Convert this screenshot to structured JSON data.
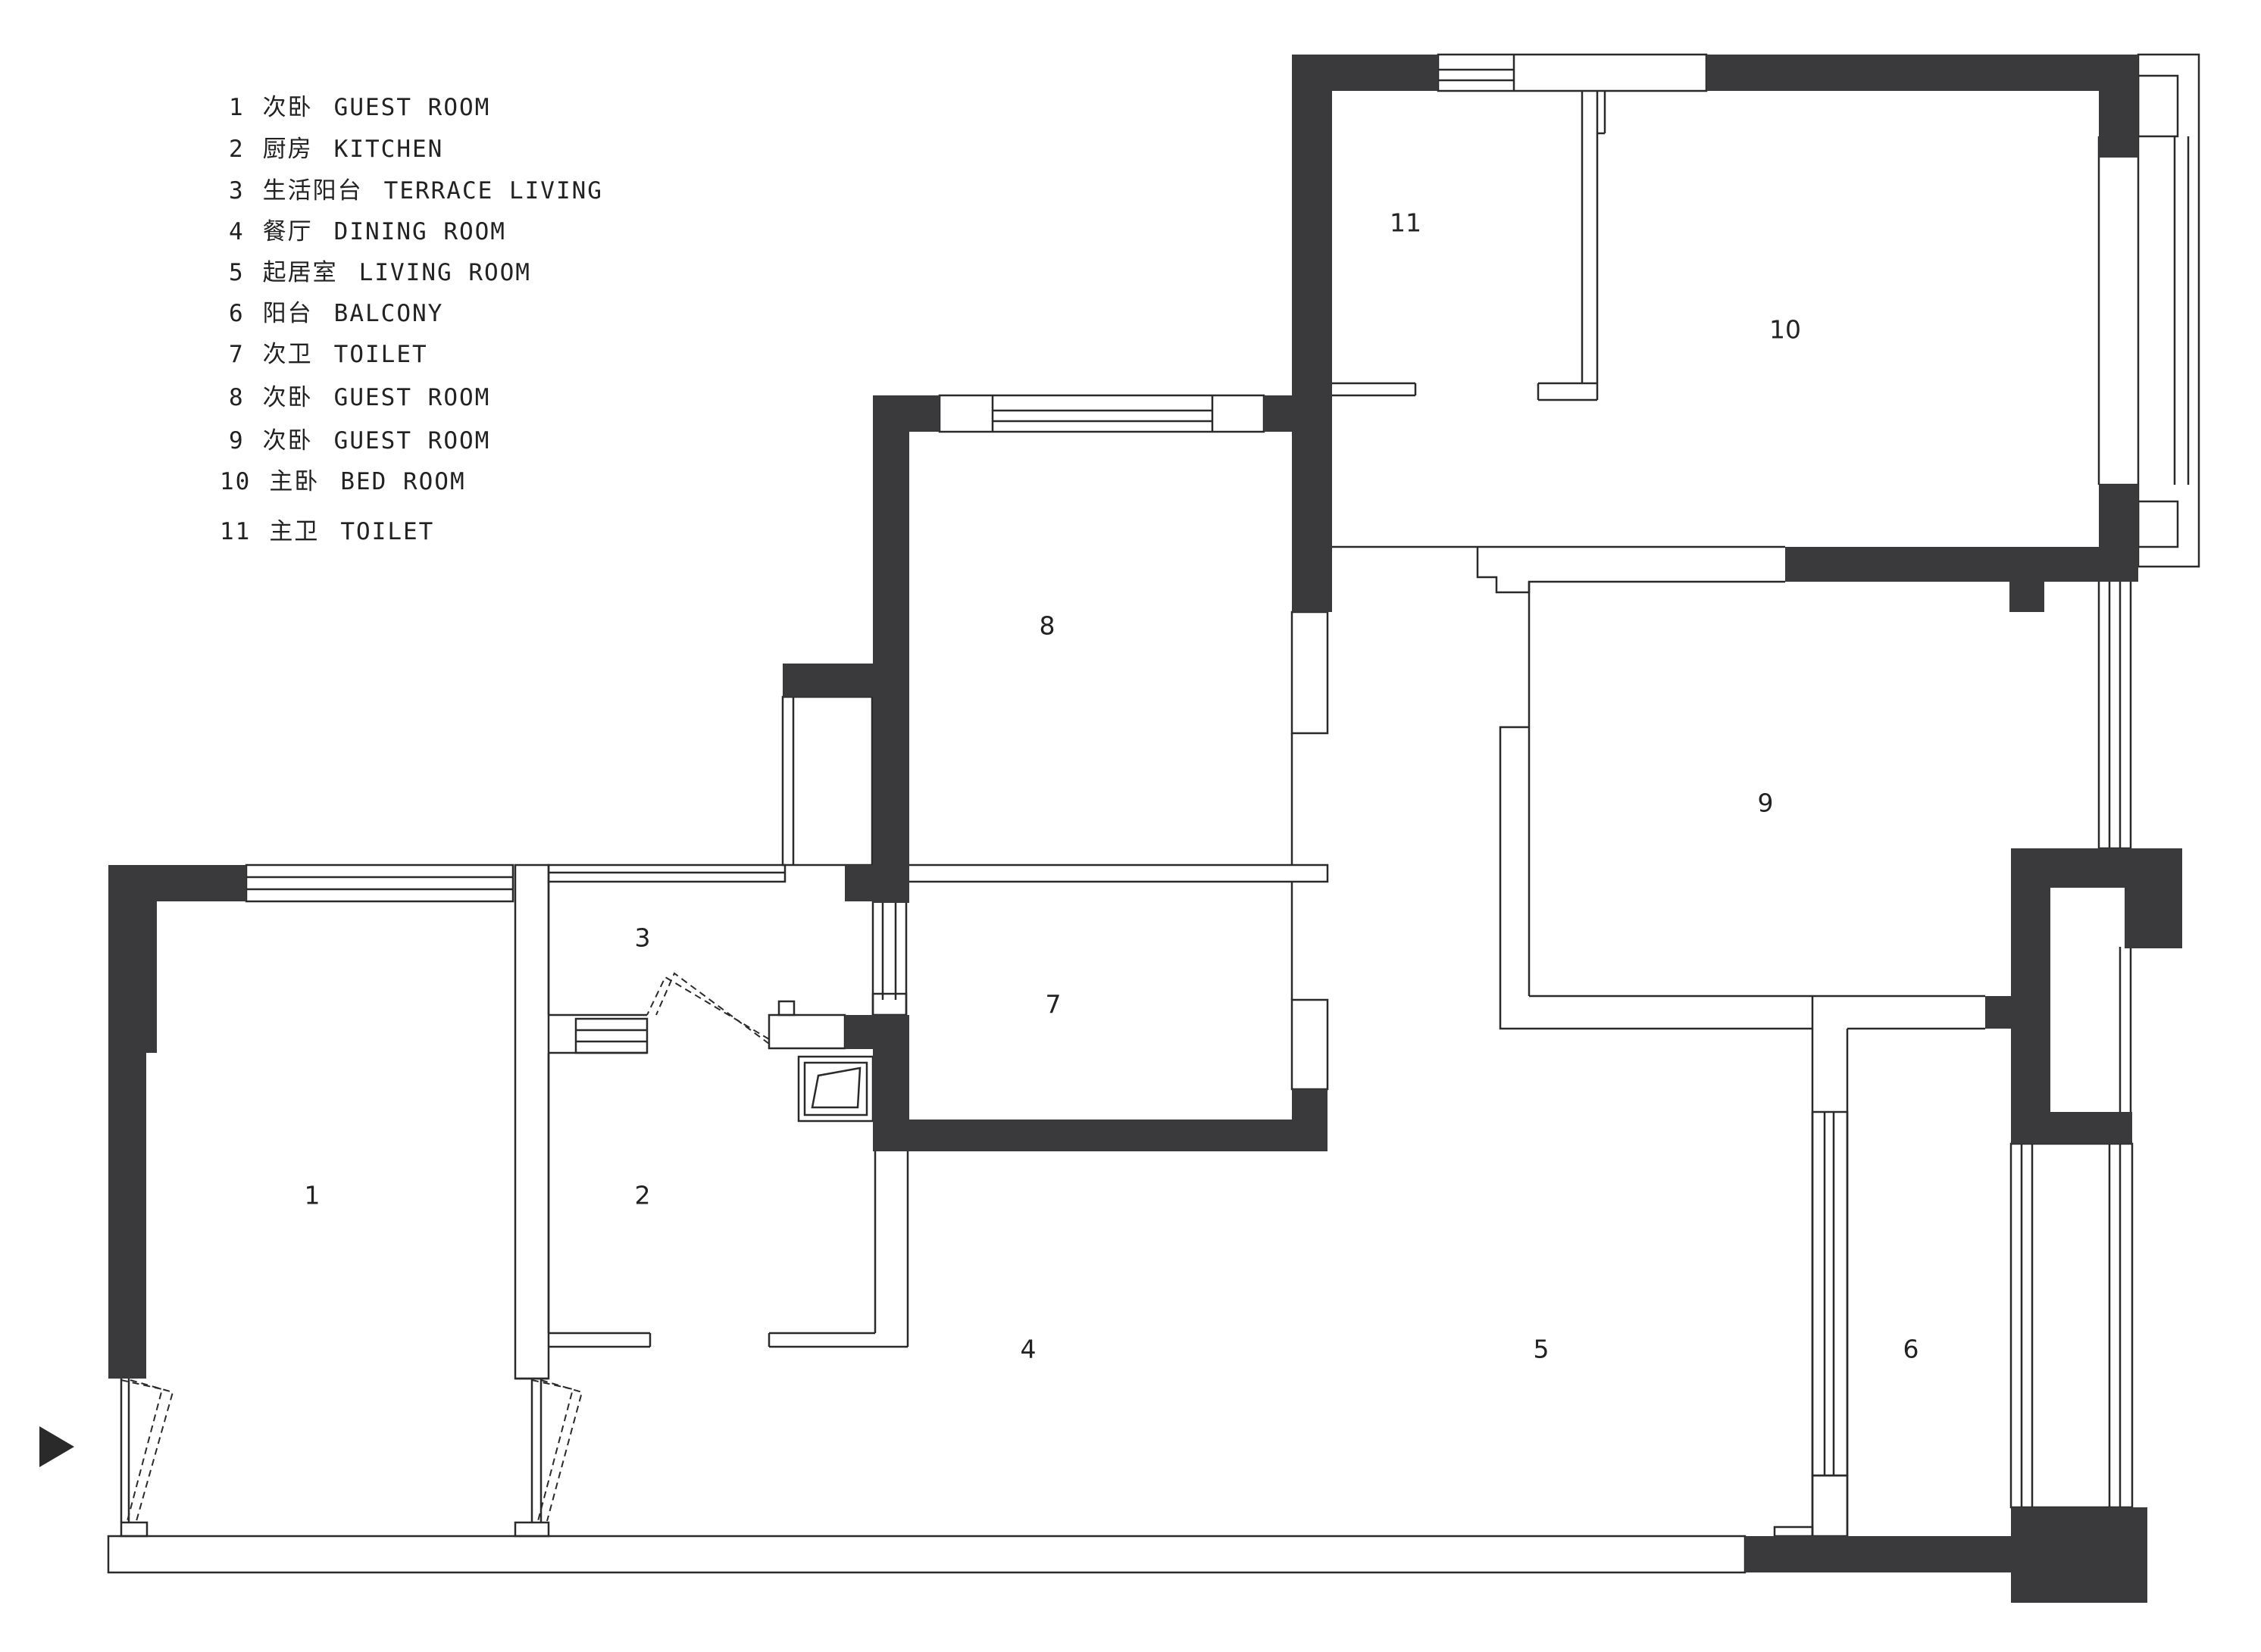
{
  "legend": [
    {
      "num": "1",
      "cn": "次卧",
      "en": "GUEST ROOM"
    },
    {
      "num": "2",
      "cn": "厨房",
      "en": "KITCHEN"
    },
    {
      "num": "3",
      "cn": "生活阳台",
      "en": "TERRACE LIVING"
    },
    {
      "num": "4",
      "cn": "餐厅",
      "en": "DINING ROOM"
    },
    {
      "num": "5",
      "cn": "起居室",
      "en": "LIVING ROOM"
    },
    {
      "num": "6",
      "cn": "阳台",
      "en": "BALCONY"
    },
    {
      "num": "7",
      "cn": "次卫",
      "en": "TOILET"
    },
    {
      "num": "8",
      "cn": "次卧",
      "en": "GUEST ROOM"
    },
    {
      "num": "9",
      "cn": "次卧",
      "en": "GUEST ROOM"
    },
    {
      "num": "10",
      "cn": "主卧",
      "en": "BED ROOM"
    },
    {
      "num": "11",
      "cn": "主卫",
      "en": "TOILET"
    }
  ],
  "rooms": {
    "r1": "1",
    "r2": "2",
    "r3": "3",
    "r4": "4",
    "r5": "5",
    "r6": "6",
    "r7": "7",
    "r8": "8",
    "r9": "9",
    "r10": "10",
    "r11": "11"
  },
  "colors": {
    "wall": "#3a3a3c",
    "line": "#2a2a2a",
    "background": "#ffffff"
  },
  "icons": {
    "entrance": "entrance-arrow-icon"
  }
}
